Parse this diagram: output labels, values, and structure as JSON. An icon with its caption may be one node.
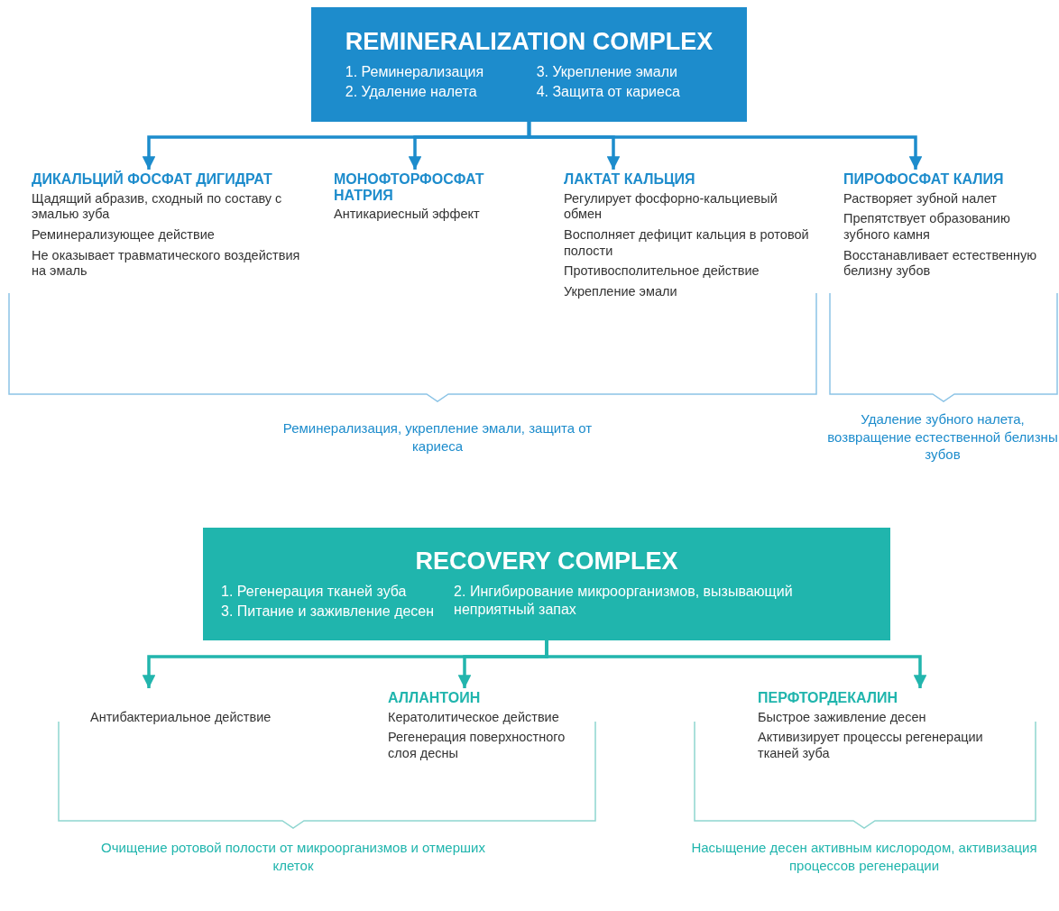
{
  "diagram": {
    "nodes": [
      {
        "text": [
          "REMINERALIZATION COMPLEX",
          "1. Реминерализация",
          "3. Укрепление эмали",
          "2. Удаление налета",
          "4. Защита от кариеса"
        ]
      },
      {
        "text": [
          "ДИКАЛЬЦИЙ ФОСФАТ ДИГИДРАТ",
          "Щадящий абразив, сходный по составу с эмалью зуба",
          "Реминерализующее действие",
          "Не оказывает травматического воздействия на эмаль"
        ]
      },
      {
        "text": [
          "МОНОФТОРФОСФАТ НАТРИЯ",
          "Антикариесный эффект"
        ]
      },
      {
        "text": [
          "ЛАКТАТ КАЛЬЦИЯ",
          "Регулирует фосфорно-кальциевый обмен",
          "Восполняет дефицит кальция в ротовой полости",
          "Противосполительное действие",
          "Укрепление эмали"
        ]
      },
      {
        "text": [
          "ПИРОФОСФАТ КАЛИЯ",
          "Растворяет зубной налет",
          "Препятствует образованию зубного камня",
          "Восстанавливает естественную белизну зубов"
        ]
      },
      {
        "text": [
          "RECOVERY COMPLEX",
          "1. Регенерация тканей зуба",
          "3. Питание и заживление десен",
          "2. Ингибирование микроорганизмов, вызывающий неприятный запах"
        ]
      },
      {
        "text": [
          "Антибактериальное действие"
        ]
      },
      {
        "text": [
          "АЛЛАНТОИН",
          "Кератолитическое действие",
          "Регенерация поверхностного слоя десны"
        ]
      },
      {
        "text": [
          "ПЕРФТОРДЕКАЛИН",
          "Быстрое заживление десен",
          "Активизирует процессы регенерации тканей зуба"
        ]
      }
    ],
    "edges": [
      {
        "from": 0,
        "to": 1,
        "arrow": "to"
      },
      {
        "from": 0,
        "to": 2,
        "arrow": "to"
      },
      {
        "from": 0,
        "to": 3,
        "arrow": "to"
      },
      {
        "from": 0,
        "to": 4,
        "arrow": "to"
      },
      {
        "from": 5,
        "to": 6,
        "arrow": "to",
        "color": "#22b5ad"
      },
      {
        "from": 5,
        "to": 7,
        "arrow": "to",
        "color": "#22b5ad"
      },
      {
        "from": 5,
        "to": 8,
        "arrow": "to",
        "color": "#22b5ad"
      }
    ],
    "labels": [
      "Реминерализация, укрепление эмали, защита от кариеса",
      "Удаление зубного налета, возвращение естественной белизны зубов",
      "Очищение ротовой полости от микроорганизмов и отмерших клеток",
      "Насыщение десен активным кислородом, активизация процессов регенерации"
    ]
  }
}
